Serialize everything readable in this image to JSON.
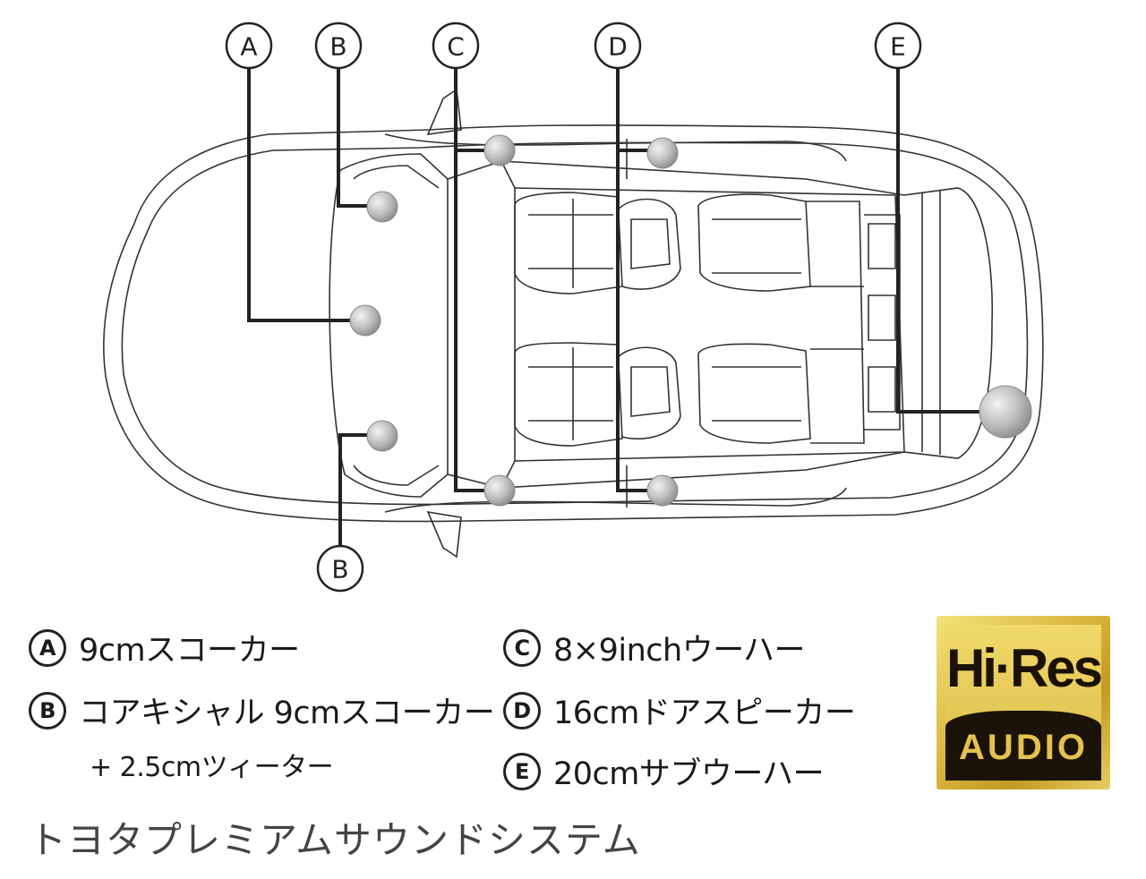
{
  "callouts": {
    "a": "A",
    "b_top": "B",
    "c": "C",
    "d": "D",
    "e": "E",
    "b_bottom": "B"
  },
  "legend": [
    {
      "letter": "A",
      "text": "9cmスコーカー"
    },
    {
      "letter": "B",
      "text": "コアキシャル 9cmスコーカー",
      "subtext": "+ 2.5cmツィーター"
    },
    {
      "letter": "C",
      "text": "8×9inchウーハー"
    },
    {
      "letter": "D",
      "text": "16cmドアスピーカー"
    },
    {
      "letter": "E",
      "text": "20cmサブウーハー"
    }
  ],
  "footer_title": "トヨタプレミアムサウンドシステム",
  "badge": {
    "top": "Hi·Res",
    "bottom": "AUDIO"
  },
  "colors": {
    "line": "#222222",
    "speaker": "#bdbdbd",
    "badge_gold": "#d9b43a",
    "badge_dark": "#1c1308"
  }
}
